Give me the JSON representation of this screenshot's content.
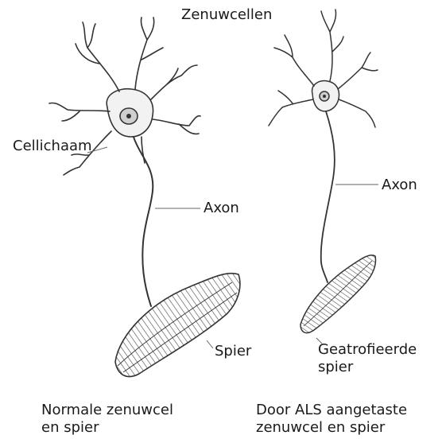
{
  "title": "Zenuwcellen",
  "labels": {
    "cell_body": "Cellichaam",
    "axon_left": "Axon",
    "axon_right": "Axon",
    "muscle_left": "Spier",
    "muscle_right_line1": "Geatrofieerde",
    "muscle_right_line2": "spier"
  },
  "captions": {
    "left_line1": "Normale zenuwcel",
    "left_line2": "en spier",
    "right_line1": "Door ALS aangetaste",
    "right_line2": "zenuwcel en spier"
  }
}
